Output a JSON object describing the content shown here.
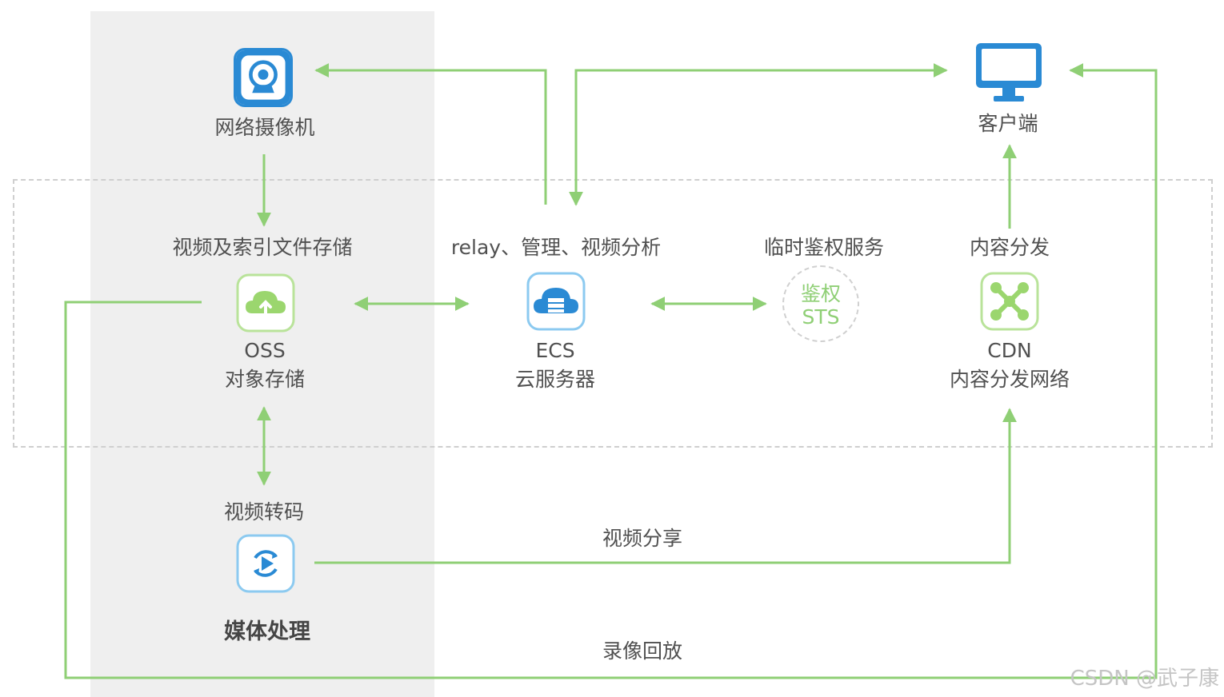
{
  "colors": {
    "arrow": "#8fcf75",
    "blue_icon": "#2a8ad4",
    "green_icon": "#9bd66e",
    "panel": "#efefef"
  },
  "nodes": {
    "camera": {
      "label": "网络摄像机",
      "icon": "webcam-icon"
    },
    "client": {
      "label": "客户端",
      "icon": "monitor-icon"
    },
    "oss": {
      "top": "视频及索引文件存储",
      "name": "OSS",
      "sub": "对象存储",
      "icon": "cloud-storage-icon"
    },
    "ecs": {
      "top": "relay、管理、视频分析",
      "name": "ECS",
      "sub": "云服务器",
      "icon": "cloud-server-icon"
    },
    "sts": {
      "top": "临时鉴权服务",
      "line1": "鉴权",
      "line2": "STS",
      "icon": "sts-badge-icon"
    },
    "cdn": {
      "top": "内容分发",
      "name": "CDN",
      "sub": "内容分发网络",
      "icon": "network-nodes-icon"
    },
    "transcode": {
      "top": "视频转码",
      "icon": "video-transcode-icon"
    }
  },
  "labels": {
    "media": "媒体处理",
    "share": "视频分享",
    "playback": "录像回放"
  },
  "watermark": "CSDN @武子康"
}
